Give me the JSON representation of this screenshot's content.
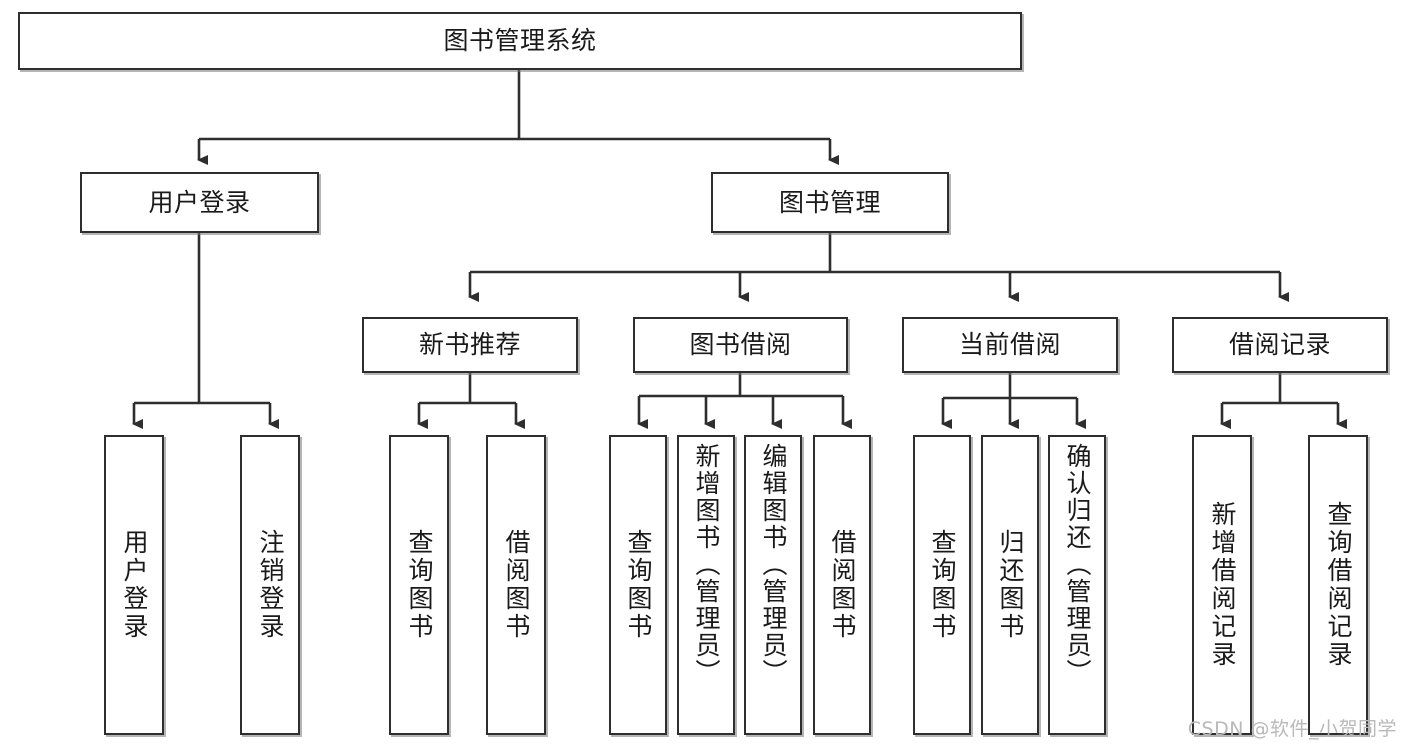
{
  "diagram": {
    "title": "图书管理系统",
    "watermark": "CSDN @软件_小贺同学",
    "line_color": "#2e2e2e",
    "box_fill": "#ffffff",
    "text_color": "#1a1a1a",
    "watermark_color": "#b9b9b9",
    "type": "tree-hierarchy",
    "levels": 4
  },
  "nodes": {
    "root": {
      "label": "图书管理系统"
    },
    "level2": [
      {
        "label": "用户登录"
      },
      {
        "label": "图书管理"
      }
    ],
    "level3": [
      {
        "label": "新书推荐"
      },
      {
        "label": "图书借阅"
      },
      {
        "label": "当前借阅"
      },
      {
        "label": "借阅记录"
      }
    ],
    "leaves_user_login": [
      {
        "label": "用户登录"
      },
      {
        "label": "注销登录"
      }
    ],
    "leaves_new_book": [
      {
        "label": "查询图书"
      },
      {
        "label": "借阅图书"
      }
    ],
    "leaves_borrow": [
      {
        "label": "查询图书"
      },
      {
        "label": "新增图书（管理员）"
      },
      {
        "label": "编辑图书（管理员）"
      },
      {
        "label": "借阅图书"
      }
    ],
    "leaves_current": [
      {
        "label": "查询图书"
      },
      {
        "label": "归还图书"
      },
      {
        "label": "确认归还（管理员）"
      }
    ],
    "leaves_records": [
      {
        "label": "新增借阅记录"
      },
      {
        "label": "查询借阅记录"
      }
    ]
  }
}
